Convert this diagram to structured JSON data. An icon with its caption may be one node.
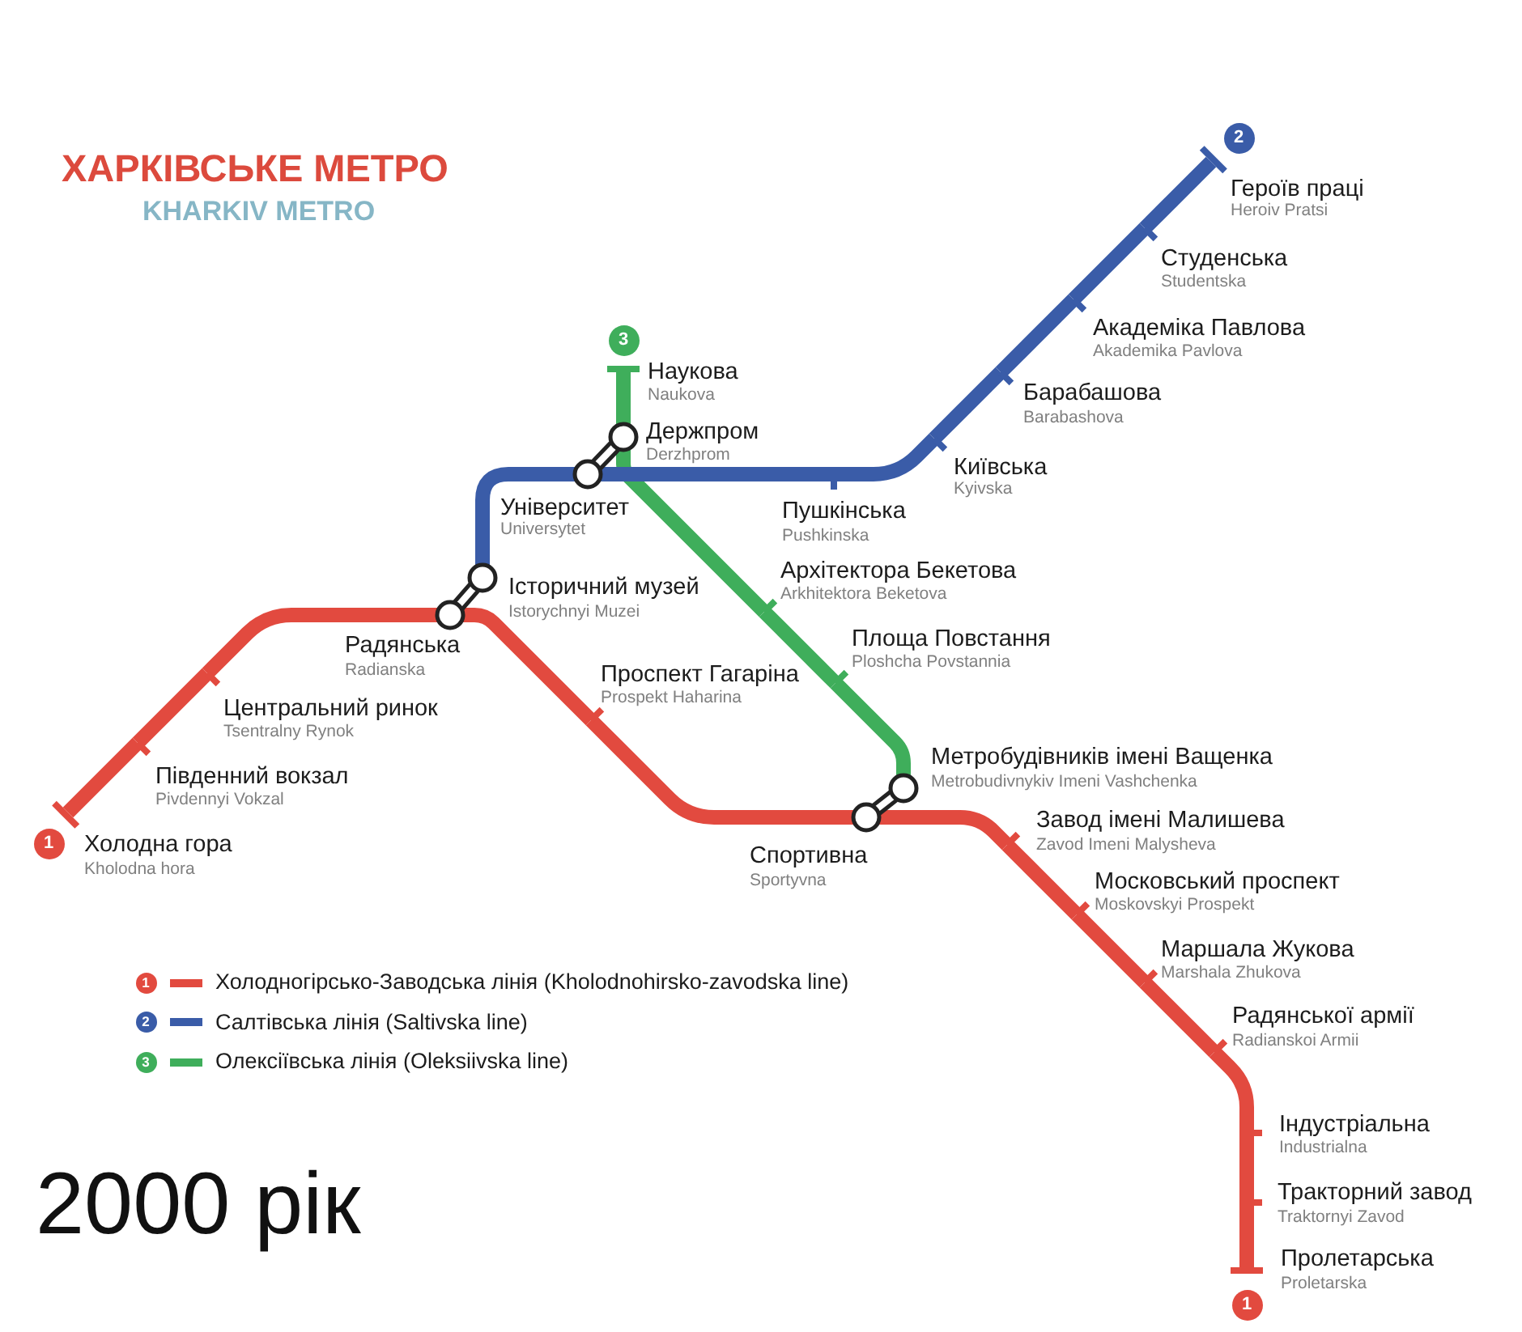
{
  "diagram": {
    "title": "ХАРКІВСЬКЕ МЕТРО",
    "nodes": [
      {
        "text": [
          "1"
        ]
      },
      {
        "text": [],
        "shape": "bar",
        "beside": [
          "Холодна гора",
          "Kholodna hora"
        ]
      },
      {
        "text": [],
        "shape": "tick",
        "beside": [
          "Південний вокзал",
          "Pivdennyi Vokzal"
        ]
      },
      {
        "text": [],
        "shape": "tick",
        "beside": [
          "Центральний ринок",
          "Tsentralny Rynok"
        ]
      },
      {
        "text": [],
        "shape": "circle",
        "beside": [
          "Радянська",
          "Radianska"
        ]
      },
      {
        "text": [],
        "shape": "tick",
        "beside": [
          "Проспект Гагаріна",
          "Prospekt Haharina"
        ]
      },
      {
        "text": [],
        "shape": "circle",
        "beside": [
          "Спортивна",
          "Sportyvna"
        ]
      },
      {
        "text": [],
        "shape": "tick",
        "beside": [
          "Завод імені Малишева",
          "Zavod Imeni Malysheva"
        ]
      },
      {
        "text": [],
        "shape": "tick",
        "beside": [
          "Московський проспект",
          "Moskovskyi Prospekt"
        ]
      },
      {
        "text": [],
        "shape": "tick",
        "beside": [
          "Маршала Жукова",
          "Marshala Zhukova"
        ]
      },
      {
        "text": [],
        "shape": "tick",
        "beside": [
          "Радянської армії",
          "Radianskoi Armii"
        ]
      },
      {
        "text": [],
        "shape": "tick",
        "beside": [
          "Індустріальна",
          "Industrialna"
        ]
      },
      {
        "text": [],
        "shape": "tick",
        "beside": [
          "Тракторний завод",
          "Traktornyi Zavod"
        ]
      },
      {
        "text": [],
        "shape": "bar",
        "beside": [
          "Пролетарська",
          "Proletarska"
        ]
      },
      {
        "text": [
          "1"
        ]
      },
      {
        "text": [
          "2"
        ]
      },
      {
        "text": [],
        "shape": "bar",
        "beside": [
          "Героїв праці",
          "Heroiv Pratsi"
        ]
      },
      {
        "text": [],
        "shape": "tick",
        "beside": [
          "Студенська",
          "Studentska"
        ]
      },
      {
        "text": [],
        "shape": "tick",
        "beside": [
          "Академіка Павлова",
          "Akademika Pavlova"
        ]
      },
      {
        "text": [],
        "shape": "tick",
        "beside": [
          "Барабашова",
          "Barabashova"
        ]
      },
      {
        "text": [],
        "shape": "tick",
        "beside": [
          "Київська",
          "Kyivska"
        ]
      },
      {
        "text": [],
        "shape": "tick",
        "beside": [
          "Пушкінська",
          "Pushkinska"
        ]
      },
      {
        "text": [],
        "shape": "circle",
        "beside": [
          "Університет",
          "Universytet"
        ]
      },
      {
        "text": [],
        "shape": "circle",
        "beside": [
          "Історичний музей",
          "Istorychnyi Muzei"
        ]
      },
      {
        "text": [
          "3"
        ]
      },
      {
        "text": [],
        "shape": "bar",
        "beside": [
          "Наукова",
          "Naukova"
        ]
      },
      {
        "text": [],
        "shape": "circle",
        "beside": [
          "Держпром",
          "Derzhprom"
        ]
      },
      {
        "text": [],
        "shape": "tick",
        "beside": [
          "Архітектора Бекетова",
          "Arkhitektora Beketova"
        ]
      },
      {
        "text": [],
        "shape": "tick",
        "beside": [
          "Площа Повстання",
          "Ploshcha Povstannia"
        ]
      },
      {
        "text": [],
        "shape": "circle",
        "beside": [
          "Метробудівників імені Ващенка",
          "Metrobudivnykiv Imeni Vashchenka"
        ]
      }
    ],
    "edges": [
      {
        "from": 1,
        "to": 2,
        "arrow": "none"
      },
      {
        "from": 2,
        "to": 3,
        "arrow": "none"
      },
      {
        "from": 3,
        "to": 4,
        "arrow": "none"
      },
      {
        "from": 4,
        "to": 5,
        "arrow": "none"
      },
      {
        "from": 5,
        "to": 6,
        "arrow": "none"
      },
      {
        "from": 6,
        "to": 7,
        "arrow": "none"
      },
      {
        "from": 7,
        "to": 8,
        "arrow": "none"
      },
      {
        "from": 8,
        "to": 9,
        "arrow": "none"
      },
      {
        "from": 9,
        "to": 10,
        "arrow": "none"
      },
      {
        "from": 10,
        "to": 11,
        "arrow": "none"
      },
      {
        "from": 11,
        "to": 12,
        "arrow": "none"
      },
      {
        "from": 12,
        "to": 13,
        "arrow": "none"
      },
      {
        "from": 16,
        "to": 17,
        "arrow": "none",
        "color": "#3a5ca8"
      },
      {
        "from": 17,
        "to": 18,
        "arrow": "none",
        "color": "#3a5ca8"
      },
      {
        "from": 18,
        "to": 19,
        "arrow": "none",
        "color": "#3a5ca8"
      },
      {
        "from": 19,
        "to": 20,
        "arrow": "none",
        "color": "#3a5ca8"
      },
      {
        "from": 20,
        "to": 21,
        "arrow": "none",
        "color": "#3a5ca8"
      },
      {
        "from": 21,
        "to": 22,
        "arrow": "none",
        "color": "#3a5ca8"
      },
      {
        "from": 22,
        "to": 23,
        "arrow": "none",
        "color": "#3a5ca8"
      },
      {
        "from": 25,
        "to": 26,
        "arrow": "none",
        "color": "#3fae5b"
      },
      {
        "from": 26,
        "to": 27,
        "arrow": "none",
        "color": "#3fae5b"
      },
      {
        "from": 27,
        "to": 28,
        "arrow": "none",
        "color": "#3fae5b"
      },
      {
        "from": 28,
        "to": 29,
        "arrow": "none",
        "color": "#3fae5b"
      },
      {
        "from": 4,
        "to": 23,
        "arrow": "none",
        "color": "#222222"
      },
      {
        "from": 22,
        "to": 26,
        "arrow": "none",
        "color": "#222222"
      },
      {
        "from": 6,
        "to": 29,
        "arrow": "none",
        "color": "#222222"
      }
    ],
    "labels": [
      "KHARKIV METRO",
      "1",
      "2",
      "3",
      "2000 рік"
    ],
    "legend": [
      {
        "text": "Холодногірсько-Заводська лінія (Kholodnohirsko-zavodska line)",
        "color": "#e24a3f"
      },
      {
        "text": "Салтівська лінія (Saltivska line)",
        "color": "#3a5ca8"
      },
      {
        "text": "Олексіївська лінія (Oleksiivska line)",
        "color": "#3fae5b"
      }
    ]
  }
}
